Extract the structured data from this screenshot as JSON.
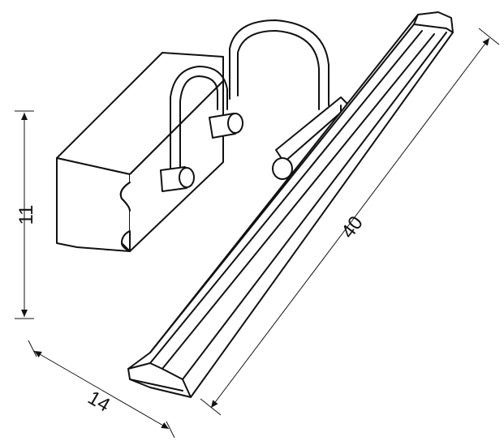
{
  "dimensions": {
    "height": "11",
    "depth": "14",
    "length": "40"
  }
}
